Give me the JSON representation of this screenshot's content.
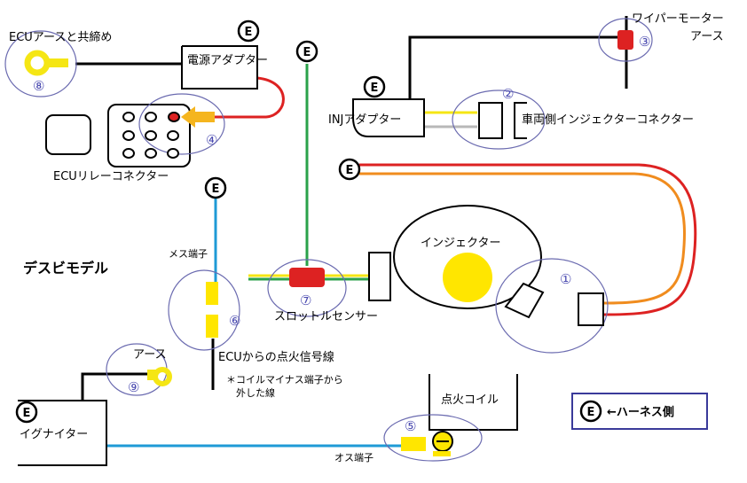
{
  "labels": {
    "ecu_earth": "ECUアースと共締め",
    "power_adapter": "電源アダプター",
    "ecu_relay": "ECUリレーコネクター",
    "wiper_motor_1": "ワイパーモーター",
    "wiper_motor_2": "アース",
    "inj_adapter": "INJアダプター",
    "vehicle_injector": "車両側インジェクターコネクター",
    "injector": "インジェクター",
    "distributor_model": "デスビモデル",
    "female_terminal": "メス端子",
    "throttle_sensor": "スロットルセンサー",
    "ecu_ignition_signal": "ECUからの点火信号線",
    "coil_minus_note_1": "＊コイルマイナス端子から",
    "coil_minus_note_2": "外した線",
    "earth": "アース",
    "igniter": "イグナイター",
    "ignition_coil": "点火コイル",
    "male_terminal": "オス端子",
    "harness_side": "←ハーネス側"
  },
  "markers": {
    "e": "E",
    "n1": "①",
    "n2": "②",
    "n3": "③",
    "n4": "④",
    "n5": "⑤",
    "n6": "⑥",
    "n7": "⑦",
    "n8": "⑧",
    "n9": "⑨",
    "minus": "−"
  },
  "colors": {
    "red": "#dd2222",
    "orange": "#f08c1e",
    "green": "#2aa24a",
    "blue": "#1e9ad6",
    "yellow": "#f5e614",
    "connector_yellow": "#ffe600",
    "navy_frame": "#3a3a9a",
    "circle_outline": "#6b6bb0",
    "gray_wire": "#b8b8b8"
  }
}
